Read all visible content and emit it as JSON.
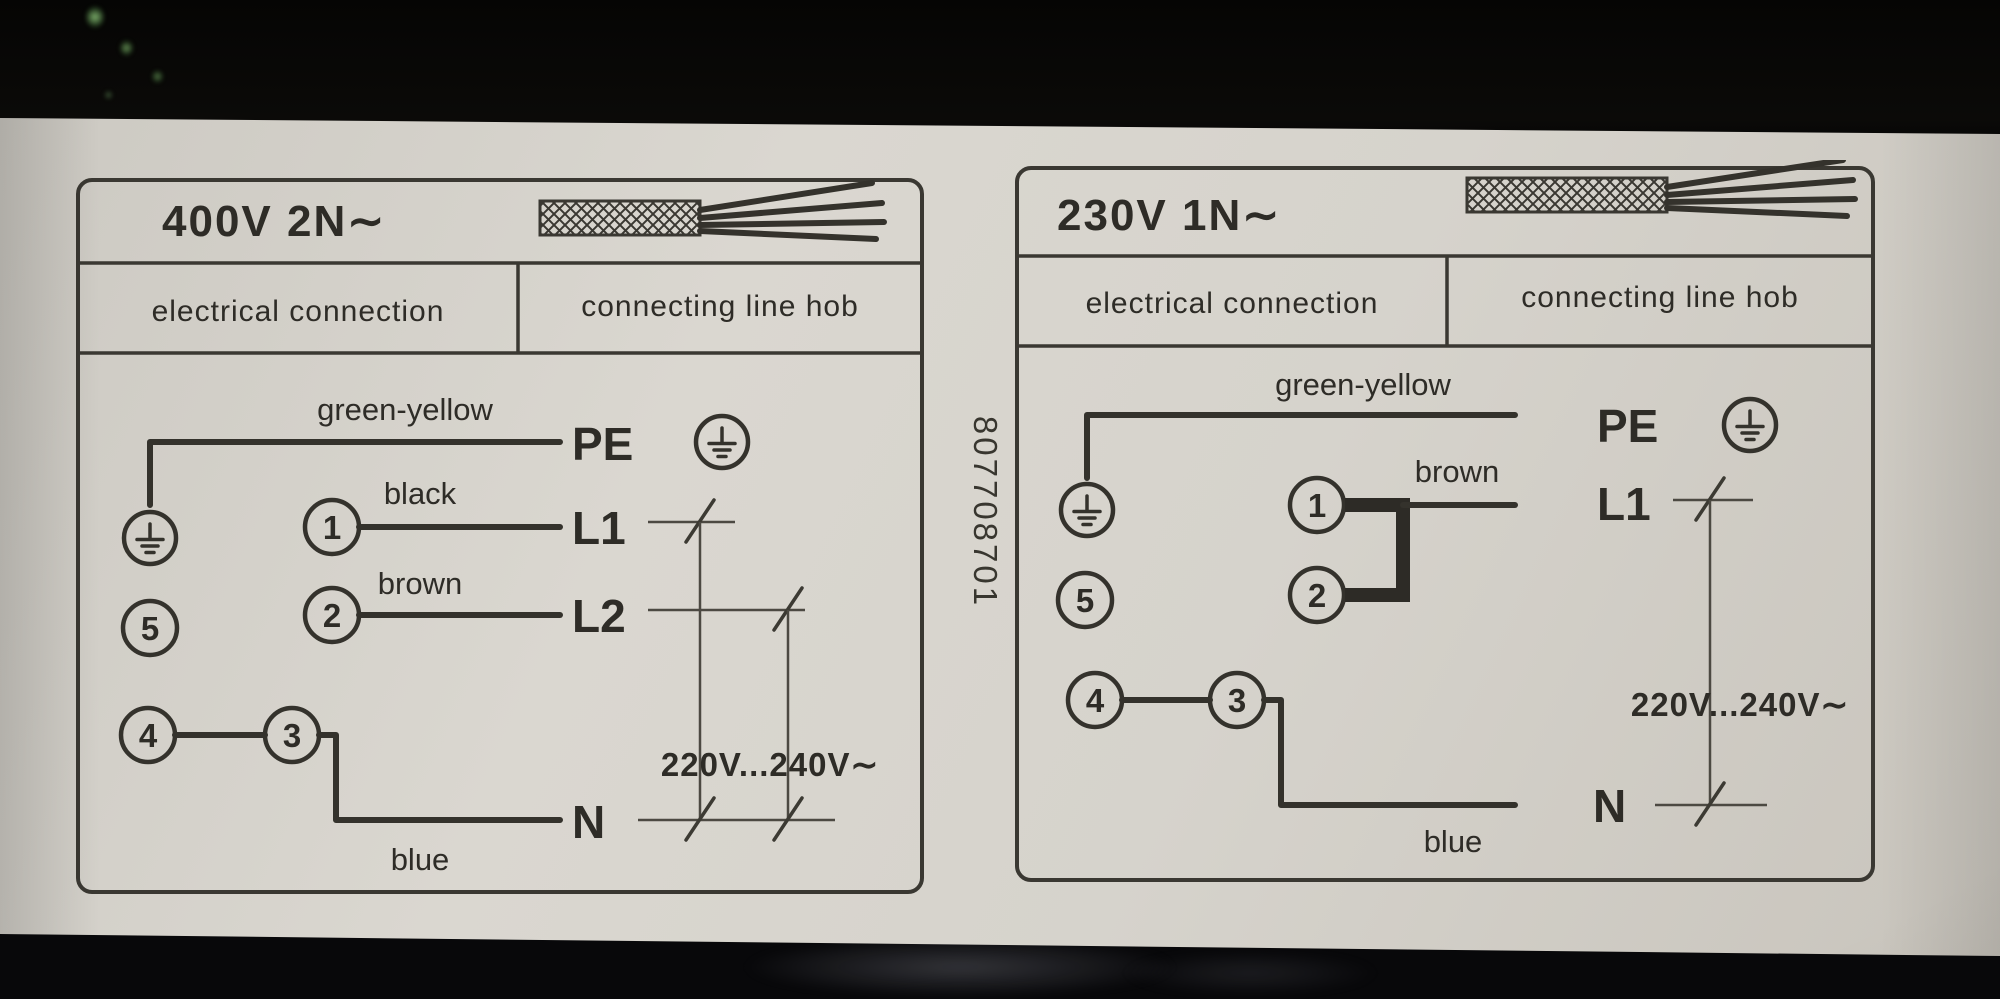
{
  "part_number": "807708701",
  "panels": [
    {
      "title": "400V 2N∼",
      "columns": {
        "electrical": "electrical connection",
        "line_hob": "connecting line hob"
      },
      "wires": {
        "green_yellow": "green-yellow",
        "black": "black",
        "brown": "brown",
        "blue": "blue"
      },
      "terminals": {
        "pe": "PE",
        "l1": "L1",
        "l2": "L2",
        "n": "N"
      },
      "pins": {
        "p1": "1",
        "p2": "2",
        "p3": "3",
        "p4": "4",
        "p5": "5"
      },
      "voltage_note": "220V...240V∼"
    },
    {
      "title": "230V 1N∼",
      "columns": {
        "electrical": "electrical connection",
        "line_hob": "connecting line hob"
      },
      "wires": {
        "green_yellow": "green-yellow",
        "brown": "brown",
        "blue": "blue"
      },
      "terminals": {
        "pe": "PE",
        "l1": "L1",
        "n": "N"
      },
      "pins": {
        "p1": "1",
        "p2": "2",
        "p3": "3",
        "p4": "4",
        "p5": "5"
      },
      "voltage_note": "220V...240V∼"
    }
  ]
}
